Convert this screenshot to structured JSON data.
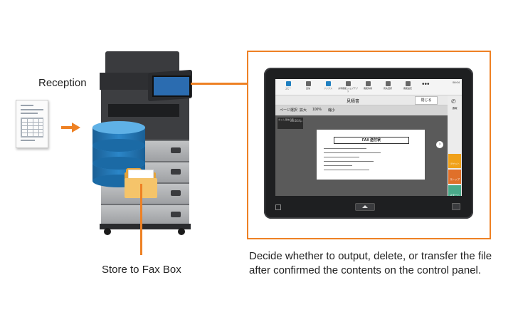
{
  "labels": {
    "reception": "Reception",
    "store": "Store to Fax Box",
    "caption": "Decide whether to output, delete, or transfer the file after confirmed the contents on the control panel."
  },
  "colors": {
    "accent": "#ee8124",
    "database": "#2b86c8",
    "folder": "#f5c46a"
  },
  "icons": [
    "fax-document-icon",
    "mfp-device-icon",
    "database-icon",
    "folder-icon",
    "arrow-right-icon"
  ],
  "control_panel": {
    "toolbar": [
      {
        "label": "コピー"
      },
      {
        "label": "送信"
      },
      {
        "label": "ファクス"
      },
      {
        "label": "共有機能 ジョブアプリ"
      },
      {
        "label": "機能情報"
      },
      {
        "label": "宛先選択"
      },
      {
        "label": "機能設定"
      }
    ],
    "more": "•••",
    "time": "08:04",
    "header_title": "見積書",
    "close_button": "閉じる",
    "zoom_tools": [
      {
        "label": "ページ選択"
      },
      {
        "label": "拡大"
      },
      {
        "label": "100%"
      },
      {
        "label": "縮小"
      }
    ],
    "thumb_left": "タイム 受信日時 ページ",
    "thumb_right": "200×200 dpi",
    "fax_title": "FAX 送付状",
    "side_buttons": [
      {
        "label": "通報"
      },
      {
        "label": "リセット"
      },
      {
        "label": "ストップ"
      },
      {
        "label": "スタート"
      }
    ]
  }
}
